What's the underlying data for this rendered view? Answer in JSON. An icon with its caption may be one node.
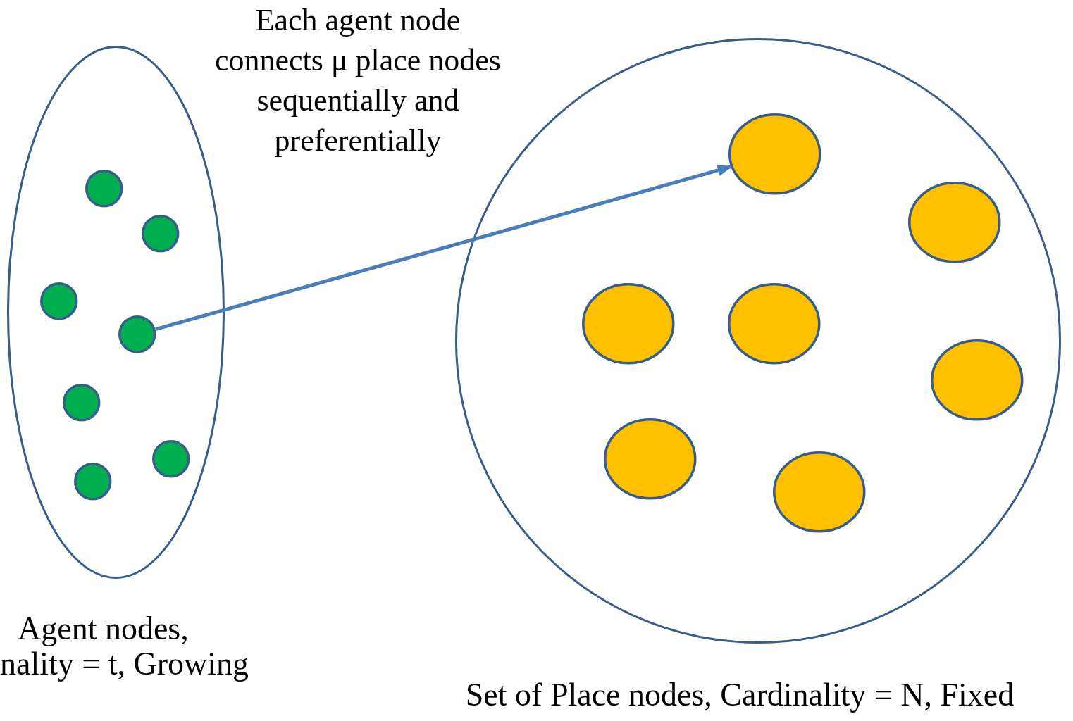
{
  "diagram": {
    "nodes": [
      {
        "text": [],
        "shape": "ellipse",
        "beside": [
          "Agent nodes, nality = t, Growing"
        ]
      },
      {
        "text": [],
        "shape": "circle",
        "in": 0
      },
      {
        "text": [],
        "shape": "circle",
        "in": 0
      },
      {
        "text": [],
        "shape": "circle",
        "in": 0
      },
      {
        "text": [],
        "shape": "circle",
        "in": 0
      },
      {
        "text": [],
        "shape": "circle",
        "in": 0
      },
      {
        "text": [],
        "shape": "circle",
        "in": 0
      },
      {
        "text": [],
        "shape": "circle",
        "in": 0
      },
      {
        "text": [],
        "shape": "circle",
        "beside": [
          "Set of Place nodes, Cardinality = N, Fixed"
        ]
      },
      {
        "text": [],
        "shape": "ellipse",
        "in": 8
      },
      {
        "text": [],
        "shape": "ellipse",
        "in": 8
      },
      {
        "text": [],
        "shape": "ellipse",
        "in": 8
      },
      {
        "text": [],
        "shape": "ellipse",
        "in": 8
      },
      {
        "text": [],
        "shape": "ellipse",
        "in": 8
      },
      {
        "text": [],
        "shape": "ellipse",
        "in": 8
      },
      {
        "text": [],
        "shape": "ellipse",
        "in": 8
      }
    ],
    "edges": [
      {
        "from": 4,
        "to": 9,
        "arrow": "to"
      }
    ],
    "labels": [
      "Each agent node connects μ place nodes sequentially and preferentially"
    ]
  }
}
